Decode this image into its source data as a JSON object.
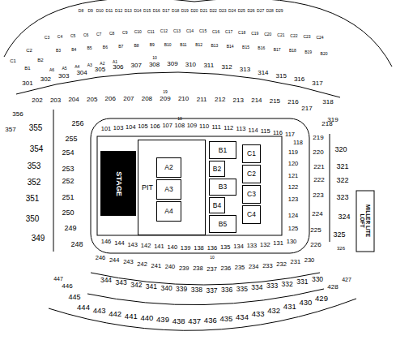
{
  "diagram": {
    "nodes": [
      {
        "text": [
          "STAGE"
        ]
      },
      {
        "text": [
          "PIT"
        ]
      },
      {
        "text": [
          "A2"
        ],
        "in": 1
      },
      {
        "text": [
          "A3"
        ],
        "in": 1
      },
      {
        "text": [
          "A4"
        ],
        "in": 1
      },
      {
        "text": [
          "B1"
        ]
      },
      {
        "text": [
          "B2"
        ]
      },
      {
        "text": [
          "B3"
        ]
      },
      {
        "text": [
          "B4"
        ]
      },
      {
        "text": [
          "B5"
        ]
      },
      {
        "text": [
          "C1"
        ]
      },
      {
        "text": [
          "C2"
        ]
      },
      {
        "text": [
          "C3"
        ]
      },
      {
        "text": [
          "C4"
        ]
      }
    ],
    "labels": [
      "D8",
      "D9",
      "D10",
      "D11",
      "D12",
      "D13",
      "D14",
      "D15",
      "D16",
      "D17",
      "D18",
      "D19",
      "D20",
      "D21",
      "D22",
      "D23",
      "D24",
      "D25",
      "D26",
      "D27",
      "D28",
      "D29",
      "C1",
      "C2",
      "C3",
      "C4",
      "C5",
      "C6",
      "C7",
      "C8",
      "C9",
      "C10",
      "C11",
      "C12",
      "C13",
      "C14",
      "C15",
      "C16",
      "C17",
      "C18",
      "C19",
      "C20",
      "C21",
      "C22",
      "C23",
      "C24",
      "B1",
      "B2",
      "B3",
      "B4",
      "B5",
      "B6",
      "B7",
      "B8",
      "B9",
      "B10",
      "B11",
      "B12",
      "B13",
      "B14",
      "B15",
      "B16",
      "B17",
      "B18",
      "B19",
      "B20",
      "A6",
      "A5",
      "A4",
      "A3",
      "A2",
      "A1",
      "301",
      "302",
      "303",
      "304",
      "305",
      "306",
      "307",
      "308",
      "309",
      "310",
      "311",
      "312",
      "313",
      "314",
      "315",
      "316",
      "317",
      "10",
      "318",
      "319",
      "320",
      "321",
      "322",
      "323",
      "324",
      "325",
      "326",
      "MILLER LITE LOFT",
      "202",
      "203",
      "204",
      "205",
      "206",
      "207",
      "208",
      "209",
      "210",
      "211",
      "212",
      "213",
      "214",
      "215",
      "216",
      "19",
      "217",
      "218",
      "219",
      "220",
      "221",
      "222",
      "223",
      "224",
      "225",
      "226",
      "356",
      "357",
      "355",
      "354",
      "353",
      "352",
      "351",
      "350",
      "349",
      "256",
      "255",
      "254",
      "253",
      "252",
      "251",
      "250",
      "249",
      "248",
      "101",
      "103",
      "104",
      "105",
      "106",
      "107",
      "108",
      "109",
      "110",
      "111",
      "112",
      "113",
      "114",
      "115",
      "116",
      "117",
      "10",
      "118",
      "119",
      "120",
      "121",
      "122",
      "123",
      "124",
      "125",
      "146",
      "144",
      "143",
      "142",
      "141",
      "140",
      "139",
      "138",
      "136",
      "135",
      "134",
      "133",
      "132",
      "131",
      "130",
      "10",
      "246",
      "244",
      "243",
      "242",
      "241",
      "240",
      "239",
      "238",
      "237",
      "236",
      "235",
      "234",
      "233",
      "232",
      "231",
      "230",
      "344",
      "343",
      "342",
      "341",
      "340",
      "339",
      "338",
      "337",
      "336",
      "335",
      "334",
      "333",
      "332",
      "331",
      "330",
      "447",
      "446",
      "445",
      "444",
      "443",
      "442",
      "441",
      "440",
      "439",
      "438",
      "437",
      "436",
      "435",
      "434",
      "433",
      "432",
      "431",
      "430",
      "429",
      "428",
      "427"
    ]
  }
}
